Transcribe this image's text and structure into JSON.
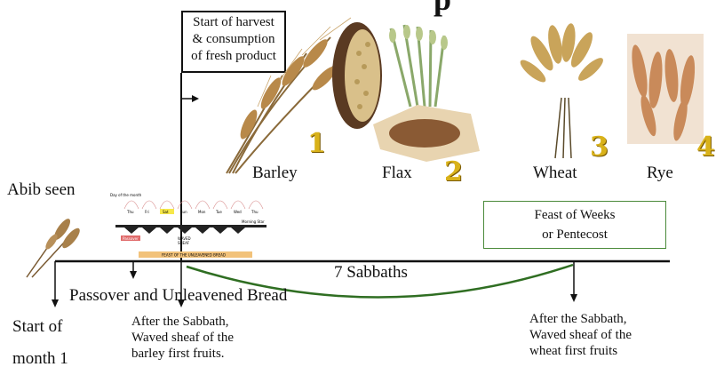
{
  "header": {
    "title_partial": "p"
  },
  "harvest_note": {
    "line1": "Start of harvest",
    "line2": "& consumption",
    "line3": "of fresh product"
  },
  "crops": [
    {
      "label": "Barley",
      "number": "1"
    },
    {
      "label": "Flax",
      "number": "2"
    },
    {
      "label": "Wheat",
      "number": "3"
    },
    {
      "label": "Rye",
      "number": "4"
    }
  ],
  "abib_label": "Abib seen",
  "feast_of_weeks": {
    "line1": "Feast of Weeks",
    "line2": "or Pentecost"
  },
  "sabbaths_label": "7 Sabbaths",
  "passover_label": "Passover and Unleavened Bread",
  "start_month": {
    "line1": "Start of",
    "line2": "month 1"
  },
  "after_sabbath_barley": {
    "line1": "After the Sabbath,",
    "line2": "Waved sheaf of the",
    "line3": "barley first fruits."
  },
  "after_sabbath_wheat": {
    "line1": "After the Sabbath,",
    "line2": "Waved sheaf of the",
    "line3": "wheat first fruits"
  },
  "mini_calendar": {
    "top_label": "Day of the month",
    "days": [
      "Thu",
      "Fri",
      "Sat",
      "Sun",
      "Mon",
      "Tue",
      "Wed",
      "Thu"
    ],
    "morning_label": "Morning Star",
    "passover_tag": "Passover",
    "waved_label": "WAVED",
    "sheaf_label": "SHEAF",
    "unleavened_label": "FEAST OF THE UNLEAVENED BREAD"
  },
  "colors": {
    "line": "#111111",
    "green_arc": "#2f6e22",
    "box_green": "#4a8a3a",
    "number_gold": "#d9b21a",
    "calendar_band": "#f2c27a",
    "highlight": "#f7e84a",
    "passover_red": "#e06a6a"
  },
  "icons": [
    "barley-stalk-icon",
    "grain-bowl-icon",
    "flax-icon",
    "wheat-bundle-icon",
    "rye-ears-icon",
    "wheat-sprig-icon"
  ]
}
